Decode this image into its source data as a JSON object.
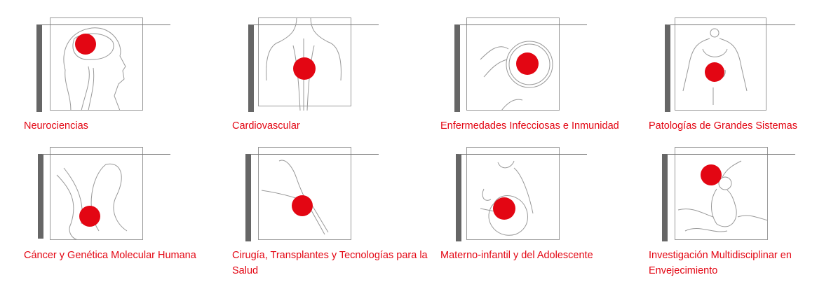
{
  "accent_color": "#e30613",
  "areas": [
    {
      "label": "Neurociencias",
      "icon": "brain-head-icon"
    },
    {
      "label": "Cardiovascular",
      "icon": "heart-torso-icon"
    },
    {
      "label": "Enfermedades Infecciosas e Inmunidad",
      "icon": "microscope-cell-icon"
    },
    {
      "label": "Patologías de Grandes Sistemas",
      "icon": "organs-body-icon"
    },
    {
      "label": "Cáncer y Genética Molecular Humana",
      "icon": "dna-ribbon-icon"
    },
    {
      "label": "Cirugía, Transplantes y Tecnologías para la Salud",
      "icon": "surgery-hand-icon"
    },
    {
      "label": "Materno-infantil y del Adolescente",
      "icon": "pregnancy-icon"
    },
    {
      "label": "Investigación Multidisciplinar en Envejecimiento",
      "icon": "elderly-person-icon"
    }
  ]
}
